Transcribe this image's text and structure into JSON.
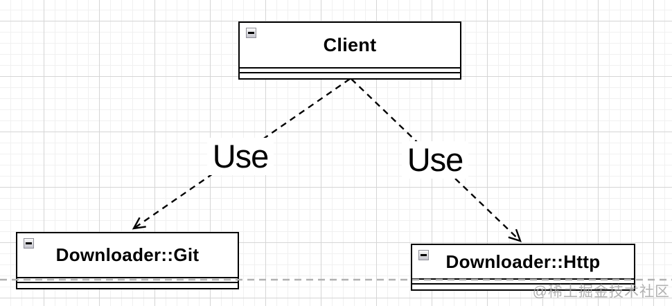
{
  "diagram": {
    "type": "uml-class-diagram",
    "classes": [
      {
        "name": "Client"
      },
      {
        "name": "Downloader::Git"
      },
      {
        "name": "Downloader::Http"
      }
    ],
    "edges": [
      {
        "from": "Client",
        "to": "Downloader::Git",
        "label": "Use",
        "line_style": "dashed",
        "arrowhead": "open"
      },
      {
        "from": "Client",
        "to": "Downloader::Http",
        "label": "Use",
        "line_style": "dashed",
        "arrowhead": "open"
      }
    ],
    "icons": {
      "collapse": "minus-icon"
    },
    "page_boundary": {
      "style": "dashed",
      "color": "#b0b0b0"
    }
  },
  "watermark": {
    "text": "@稀土掘金技术社区"
  },
  "colors": {
    "node_fill": "#ffffff",
    "node_border": "#000000",
    "edge": "#000000",
    "grid_minor": "#f0f0f0",
    "grid_major": "#d5d5d5"
  }
}
